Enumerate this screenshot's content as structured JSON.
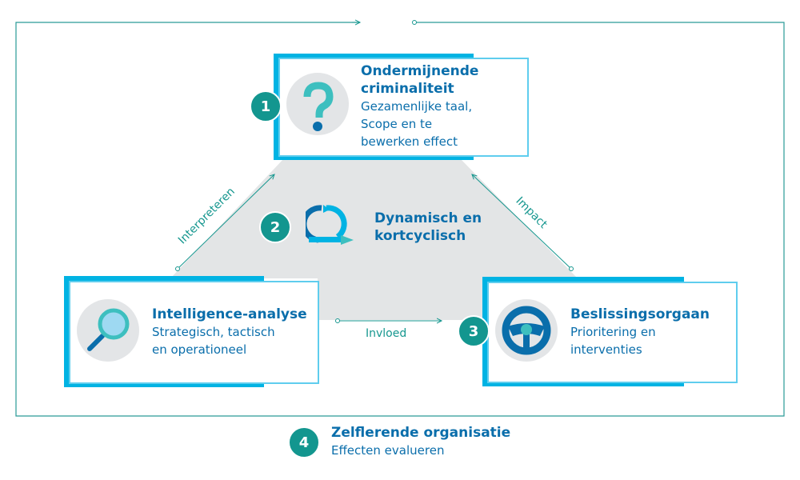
{
  "box1": {
    "number": "1",
    "title_line1": "Ondermijnende",
    "title_line2": "criminaliteit",
    "desc_line1": "Gezamenlijke taal,",
    "desc_line2": "Scope en te",
    "desc_line3": "bewerken effect",
    "icon": "question-mark-icon"
  },
  "center": {
    "number": "2",
    "title_line1": "Dynamisch en",
    "title_line2": "kortcyclisch",
    "icon": "cycle-arrows-icon"
  },
  "box_left": {
    "title": "Intelligence-analyse",
    "desc_line1": "Strategisch, tactisch",
    "desc_line2": "en operationeel",
    "icon": "magnifier-icon"
  },
  "box_right": {
    "number": "3",
    "title": "Beslissingsorgaan",
    "desc_line1": "Prioritering en",
    "desc_line2": "interventies",
    "icon": "steering-wheel-icon"
  },
  "arrows": {
    "left": "Interpreteren",
    "right": "Impact",
    "bottom": "Invloed"
  },
  "footer": {
    "number": "4",
    "title": "Zelflerende organisatie",
    "desc": "Effecten evalueren"
  },
  "colors": {
    "teal": "#13968f",
    "blue": "#0a6eab",
    "cyan": "#00b3e3",
    "gray": "#e3e5e7"
  }
}
